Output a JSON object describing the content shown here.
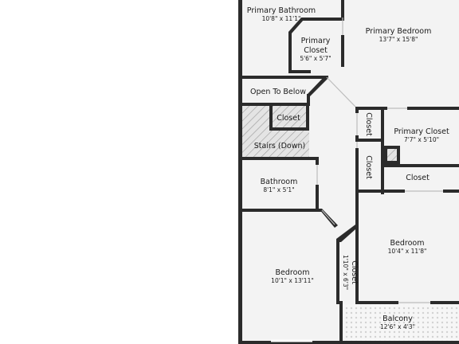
{
  "rooms": {
    "primary_bathroom": {
      "name": "Primary Bathroom",
      "dims": "10'8\" x 11'1\""
    },
    "primary_bedroom": {
      "name": "Primary Bedroom",
      "dims": "13'7\" x 15'8\""
    },
    "primary_closet_a": {
      "name_line1": "Primary",
      "name_line2": "Closet",
      "dims": "5'6\" x 5'7\""
    },
    "open_to_below": {
      "name": "Open To Below"
    },
    "closet_upper": {
      "name": "Closet"
    },
    "stairs": {
      "name": "Stairs (Down)"
    },
    "closet_vert_1": {
      "name": "Closet"
    },
    "closet_vert_2": {
      "name": "Closet"
    },
    "primary_closet_b": {
      "name": "Primary Closet",
      "dims": "7'7\" x 5'10\""
    },
    "closet_right": {
      "name": "Closet"
    },
    "bathroom": {
      "name": "Bathroom",
      "dims": "8'1\" x 5'1\""
    },
    "bedroom_right": {
      "name": "Bedroom",
      "dims": "10'4\" x 11'8\""
    },
    "bedroom_left": {
      "name": "Bedroom",
      "dims": "10'1\" x 13'11\""
    },
    "closet_small": {
      "name": "Closet",
      "dims": "1'10\" x 6'3\""
    },
    "balcony": {
      "name": "Balcony",
      "dims": "12'6\" x 4'3\""
    }
  },
  "colors": {
    "wall": "#2b2b2b",
    "floor": "#f3f3f3",
    "background": "#ffffff",
    "hatch": "#9a9a9a"
  }
}
